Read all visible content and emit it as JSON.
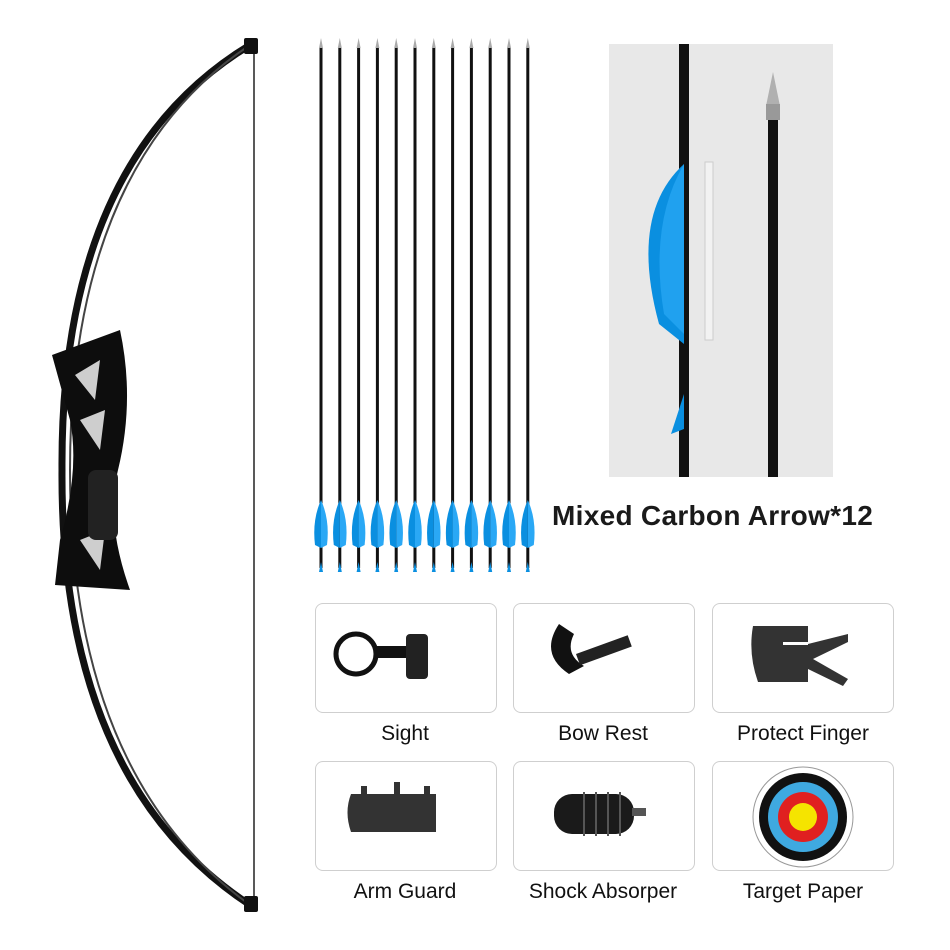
{
  "headline": "Mixed Carbon Arrow*12",
  "arrow_count": 12,
  "colors": {
    "fletch": "#0a8fe0",
    "shaft": "#111111",
    "inset_bg": "#e8e8e8"
  },
  "accessories": [
    {
      "label": "Sight",
      "icon": "sight-icon"
    },
    {
      "label": "Bow Rest",
      "icon": "bow-rest-icon"
    },
    {
      "label": "Protect Finger",
      "icon": "finger-tab-icon"
    },
    {
      "label": "Arm Guard",
      "icon": "arm-guard-icon"
    },
    {
      "label": "Shock Absorper",
      "icon": "stabilizer-icon"
    },
    {
      "label": "Target Paper",
      "icon": "target-icon"
    }
  ]
}
